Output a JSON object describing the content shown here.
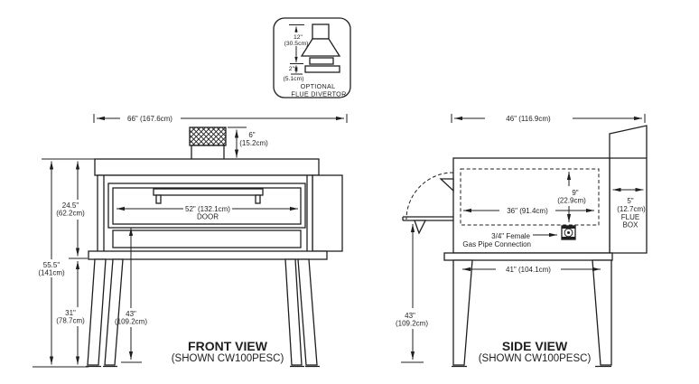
{
  "colors": {
    "line": "#1f1f1f",
    "background": "#ffffff"
  },
  "inset": {
    "dim12_in": "12\"",
    "dim12_cm": "(30.5cm)",
    "dim2_in": "2\"",
    "dim2_cm": "(5.1cm)",
    "caption1": "OPTIONAL",
    "caption2": "FLUE DIVERTOR"
  },
  "front": {
    "width": "66\" (167.6cm)",
    "vent_in": "6\"",
    "vent_cm": "(15.2cm)",
    "door": "52\" (132.1cm)",
    "door_word": "DOOR",
    "total_in": "55.5\"",
    "total_cm": "(141cm)",
    "upper_in": "24.5\"",
    "upper_cm": "(62.2cm)",
    "legs_in": "31\"",
    "legs_cm": "(78.7cm)",
    "deck_in": "43\"",
    "deck_cm": "(109.2cm)",
    "title": "FRONT VIEW",
    "subtitle": "(SHOWN CW100PESC)"
  },
  "side": {
    "depth": "46\" (116.9cm)",
    "inner_h_in": "9\"",
    "inner_h_cm": "(22.9cm)",
    "inner_d": "36\" (91.4cm)",
    "flue_in": "5\"",
    "flue_cm": "(12.7cm)",
    "flue_word1": "FLUE",
    "flue_word2": "BOX",
    "gas1": "3/4\" Female",
    "gas2": "Gas Pipe Connection",
    "span": "41\" (104.1cm)",
    "deck_in": "43\"",
    "deck_cm": "(109.2cm)",
    "title": "SIDE VIEW",
    "subtitle": "(SHOWN CW100PESC)"
  }
}
